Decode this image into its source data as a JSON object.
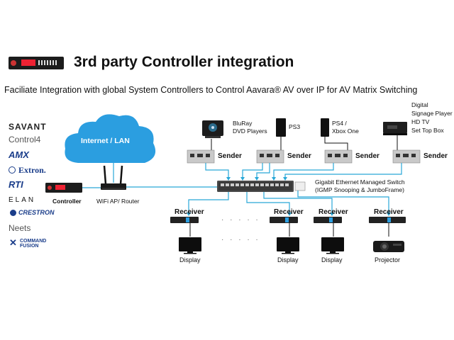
{
  "title": "3rd party Controller integration",
  "subtitle": "Faciliate Integration with global System Controllers to Control Aavara® AV over IP for AV Matrix Switching",
  "brands": [
    "SAVANT",
    "Control4",
    "AMX",
    "Extron.",
    "RTI",
    "ELAN",
    "CRESTRON",
    "Neets",
    "COMMAND FUSION"
  ],
  "cloud_label": "Internet / LAN",
  "controller_label": "Controller",
  "router_label": "WiFi AP/ Router",
  "sources": [
    {
      "line1": "BluRay",
      "line2": "DVD Players"
    },
    {
      "line1": "PS3",
      "line2": ""
    },
    {
      "line1": "PS4 /",
      "line2": "Xbox One"
    },
    {
      "line1": "Digital",
      "line2": "Signage Player",
      "line3": "HD TV",
      "line4": "Set Top Box"
    }
  ],
  "sender_label": "Sender",
  "switch_label_1": "Gigabit Ethernet Managed Switch",
  "switch_label_2": "(IGMP Snooping & JumboFrame)",
  "receiver_label": "Receiver",
  "outputs": [
    "Display",
    "Display",
    "Display",
    "Projector"
  ],
  "colors": {
    "cable": "#29a8d8",
    "device": "#1a1a1a",
    "cloud": "#2b9ee0"
  }
}
